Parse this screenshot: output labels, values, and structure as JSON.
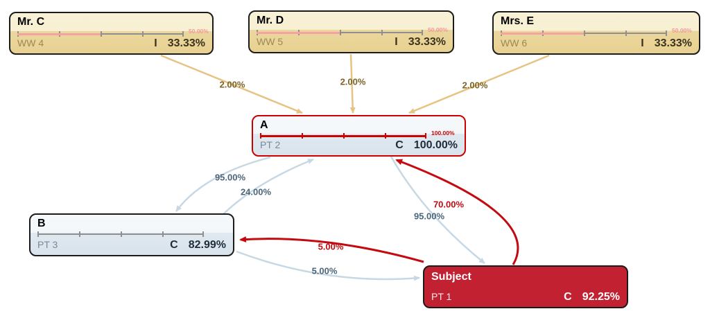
{
  "diagram": {
    "nodes": [
      {
        "id": "mr-c",
        "title": "Mr. C",
        "sub_label": "WW 4",
        "metric_key": "I",
        "metric_value": "33.33%",
        "scale_label": "50.00%",
        "bar_fill_percent": 50,
        "style": "person"
      },
      {
        "id": "mr-d",
        "title": "Mr. D",
        "sub_label": "WW 5",
        "metric_key": "I",
        "metric_value": "33.33%",
        "scale_label": "50.00%",
        "bar_fill_percent": 50,
        "style": "person"
      },
      {
        "id": "mrs-e",
        "title": "Mrs. E",
        "sub_label": "WW 6",
        "metric_key": "I",
        "metric_value": "33.33%",
        "scale_label": "50.00%",
        "bar_fill_percent": 50,
        "style": "person"
      },
      {
        "id": "a",
        "title": "A",
        "sub_label": "PT 2",
        "metric_key": "C",
        "metric_value": "100.00%",
        "scale_label": "100.00%",
        "bar_fill_percent": 100,
        "style": "red-border"
      },
      {
        "id": "b",
        "title": "B",
        "sub_label": "PT 3",
        "metric_key": "C",
        "metric_value": "82.99%",
        "bar_fill_percent": 0,
        "style": "plain"
      },
      {
        "id": "subject",
        "title": "Subject",
        "sub_label": "PT 1",
        "metric_key": "C",
        "metric_value": "92.25%",
        "style": "subject"
      }
    ],
    "edges": [
      {
        "from": "Mr. C",
        "to": "A",
        "label": "2.00%",
        "color": "tan"
      },
      {
        "from": "Mr. D",
        "to": "A",
        "label": "2.00%",
        "color": "tan"
      },
      {
        "from": "Mrs. E",
        "to": "A",
        "label": "2.00%",
        "color": "tan"
      },
      {
        "from": "A",
        "to": "B",
        "label": "95.00%",
        "color": "blue"
      },
      {
        "from": "B",
        "to": "A",
        "label": "24.00%",
        "color": "blue"
      },
      {
        "from": "Subject",
        "to": "A",
        "label": "70.00%",
        "color": "red"
      },
      {
        "from": "A",
        "to": "Subject",
        "label": "95.00%",
        "color": "blue"
      },
      {
        "from": "Subject",
        "to": "B",
        "label": "5.00%",
        "color": "red"
      },
      {
        "from": "B",
        "to": "Subject",
        "label": "5.00%",
        "color": "blue"
      }
    ],
    "colors": {
      "tan_edge": "#e6c382",
      "blue_edge": "#c7d8e5",
      "red_edge": "#c40a10",
      "person_bg_top": "#f9f1d6",
      "person_bg_bottom": "#e8d191",
      "cool_bg_top": "#f6f9fb",
      "cool_bg_bottom": "#d9e3ec",
      "subject_bg": "#c22131",
      "node_border": "#1b1b1b",
      "a_border": "#cc0000",
      "bar_pink": "#f4a2a2",
      "bar_red": "#cc0000",
      "bar_gray": "#8f8f8f"
    }
  }
}
